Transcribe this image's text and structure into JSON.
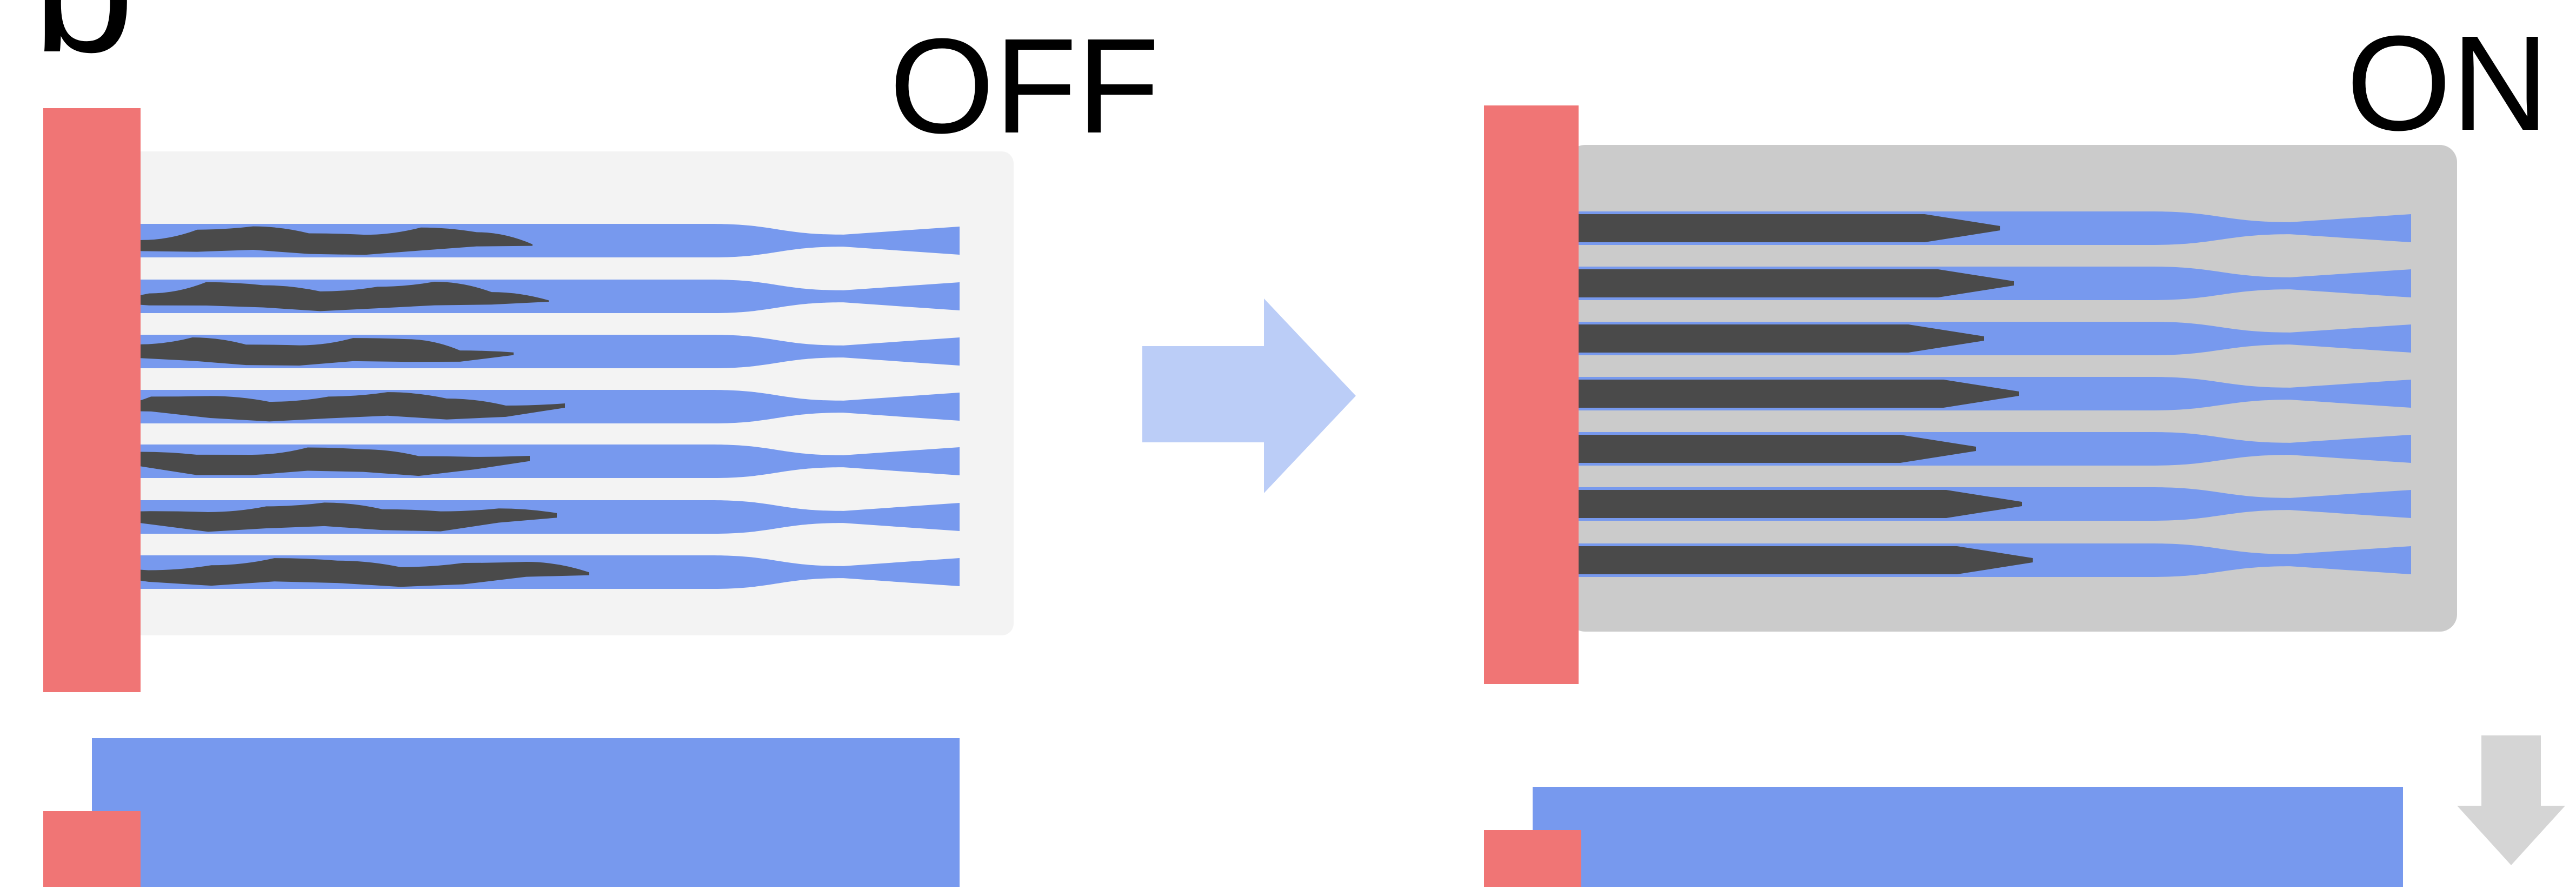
{
  "panel_letter": "b",
  "off_panel": {
    "state_label": "OFF"
  },
  "on_panel": {
    "state_label": "ON"
  },
  "colors": {
    "electrode": "#F07575",
    "fiber": "#7799EE",
    "strand": "#4A4A4A",
    "off_background": "#F3F3F3",
    "on_background": "#CBCBCB",
    "transition_arrow": "#BBCDF7",
    "contraction_arrow": "#D5D5D5"
  },
  "icons": {
    "transition": "right-arrow-icon",
    "contraction": "down-arrow-icon"
  }
}
